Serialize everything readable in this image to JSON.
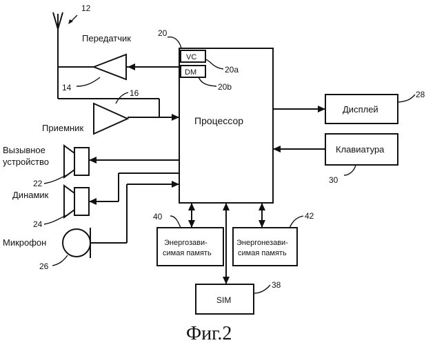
{
  "labels": {
    "transmitter": "Передатчик",
    "receiver": "Приемник",
    "processor": "Процессор",
    "vc": "VC",
    "dm": "DM",
    "display": "Дисплей",
    "keyboard": "Клавиатура",
    "ringer_line1": "Вызывное",
    "ringer_line2": "устройство",
    "speaker": "Динамик",
    "microphone": "Микрофон",
    "volatile_line1": "Энергозави-",
    "volatile_line2": "симая память",
    "nonvolatile_line1": "Энергонезави-",
    "nonvolatile_line2": "симая память",
    "sim": "SIM",
    "caption": "Фиг.2"
  },
  "refs": {
    "antenna": "12",
    "transmitter": "14",
    "receiver": "16",
    "processor": "20",
    "vc": "20a",
    "dm": "20b",
    "ringer": "22",
    "speaker": "24",
    "microphone": "26",
    "display": "28",
    "keyboard": "30",
    "sim": "38",
    "volatile": "40",
    "nonvolatile": "42"
  }
}
